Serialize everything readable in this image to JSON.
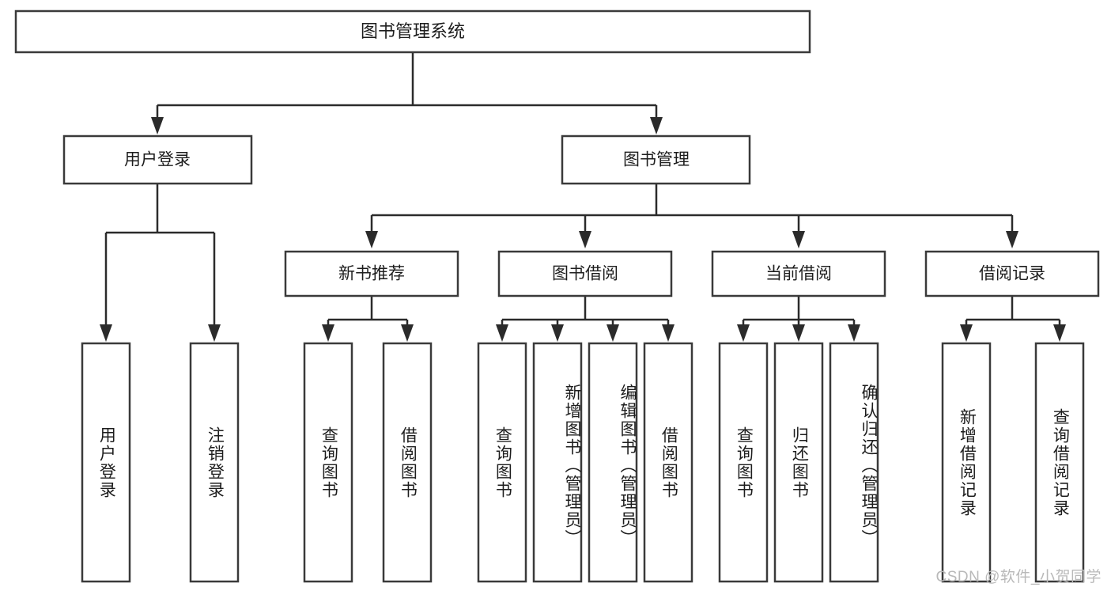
{
  "diagram": {
    "type": "tree-hierarchy",
    "title": "图书管理系统",
    "root": {
      "id": "root",
      "label": "图书管理系统",
      "orientation": "horizontal"
    },
    "level2": [
      {
        "id": "user-login",
        "label": "用户登录",
        "orientation": "horizontal"
      },
      {
        "id": "book-manage",
        "label": "图书管理",
        "orientation": "horizontal"
      }
    ],
    "level3": [
      {
        "id": "new-book-recommend",
        "label": "新书推荐",
        "parent": "book-manage",
        "orientation": "horizontal"
      },
      {
        "id": "book-borrow",
        "label": "图书借阅",
        "parent": "book-manage",
        "orientation": "horizontal"
      },
      {
        "id": "current-borrow",
        "label": "当前借阅",
        "parent": "book-manage",
        "orientation": "horizontal"
      },
      {
        "id": "borrow-record",
        "label": "借阅记录",
        "parent": "book-manage",
        "orientation": "horizontal"
      }
    ],
    "leaves": [
      {
        "id": "leaf-user-login",
        "label": "用户登录",
        "parent": "user-login",
        "orientation": "vertical"
      },
      {
        "id": "leaf-logout-login",
        "label": "注销登录",
        "parent": "user-login",
        "orientation": "vertical"
      },
      {
        "id": "leaf-query-book-1",
        "label": "查询图书",
        "parent": "new-book-recommend",
        "orientation": "vertical"
      },
      {
        "id": "leaf-borrow-book-1",
        "label": "借阅图书",
        "parent": "new-book-recommend",
        "orientation": "vertical"
      },
      {
        "id": "leaf-query-book-2",
        "label": "查询图书",
        "parent": "book-borrow",
        "orientation": "vertical"
      },
      {
        "id": "leaf-add-book",
        "label": "新增图书（管理员）",
        "parent": "book-borrow",
        "orientation": "vertical"
      },
      {
        "id": "leaf-edit-book",
        "label": "编辑图书（管理员）",
        "parent": "book-borrow",
        "orientation": "vertical"
      },
      {
        "id": "leaf-borrow-book-2",
        "label": "借阅图书",
        "parent": "book-borrow",
        "orientation": "vertical"
      },
      {
        "id": "leaf-query-book-3",
        "label": "查询图书",
        "parent": "current-borrow",
        "orientation": "vertical"
      },
      {
        "id": "leaf-return-book",
        "label": "归还图书",
        "parent": "current-borrow",
        "orientation": "vertical"
      },
      {
        "id": "leaf-confirm-return",
        "label": "确认归还（管理员）",
        "parent": "current-borrow",
        "orientation": "vertical"
      },
      {
        "id": "leaf-add-record",
        "label": "新增借阅记录",
        "parent": "borrow-record",
        "orientation": "vertical"
      },
      {
        "id": "leaf-query-record",
        "label": "查询借阅记录",
        "parent": "borrow-record",
        "orientation": "vertical"
      }
    ],
    "watermark": "CSDN @软件_小贺同学",
    "colors": {
      "box_stroke": "#3a3a3a",
      "connector": "#2b2b2b",
      "box_fill": "#ffffff",
      "text": "#1d1d1d",
      "watermark": "#b9b9b9",
      "background": "#ffffff"
    }
  }
}
